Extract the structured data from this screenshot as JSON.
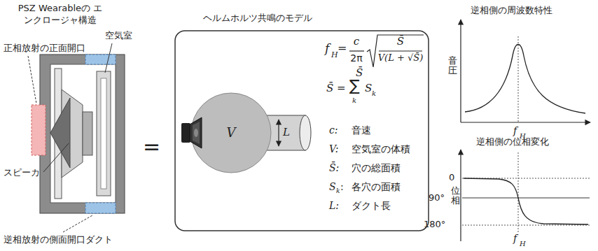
{
  "diagram": {
    "nodes": [
      {
        "text": [
          "PSZ Wearableの エンクロージャ構造"
        ]
      },
      {
        "text": [
          "ヘルムホルツ共鳴のモデル"
        ]
      },
      {
        "text": [
          "V"
        ],
        "in": 1
      }
    ],
    "labels": [
      "正相放射の正面開口",
      "空気室",
      "スピーカ",
      "逆相放射の側面開口ダクト",
      "=",
      "L",
      "S̄",
      "f",
      "H",
      "=",
      "c",
      "2π",
      "S̄",
      "V(L + √S̄)",
      "S̄ =",
      "∑",
      "k",
      "S",
      "k",
      "c:",
      "音速",
      "V:",
      "空気室の体積",
      "S̄:",
      "穴の総面積",
      "S",
      "k",
      ":",
      "各穴の面積",
      "L:",
      "ダクト長",
      "逆相側の周波数特性",
      "音圧",
      "f",
      "H",
      "逆相側の位相変化",
      "0",
      "90°",
      "180°",
      "位相",
      "f",
      "H"
    ]
  }
}
